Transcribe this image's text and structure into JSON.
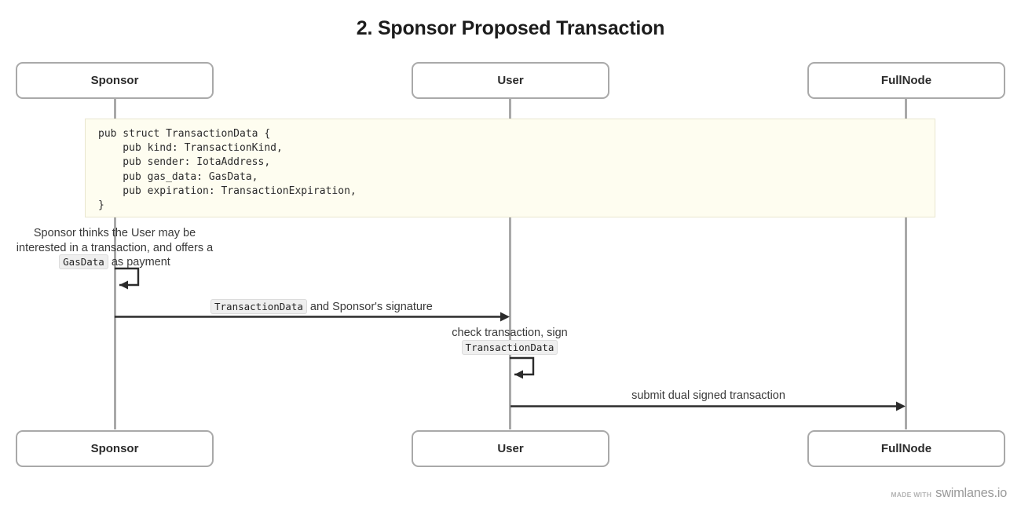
{
  "diagram": {
    "title": "2. Sponsor Proposed Transaction",
    "type": "sequence-diagram",
    "colors": {
      "background": "#ffffff",
      "lifeline": "#a9a9a9",
      "participant_border": "#a9a9a9",
      "note_background": "#fefdf0",
      "note_border": "#e9e6cf",
      "arrow": "#2b2b2b",
      "chip_background": "#efefef",
      "text": "#3a3a3a"
    }
  },
  "participants": [
    {
      "id": "sponsor",
      "label": "Sponsor"
    },
    {
      "id": "user",
      "label": "User"
    },
    {
      "id": "fullnode",
      "label": "FullNode"
    }
  ],
  "participants_bottom": [
    {
      "id": "sponsor",
      "label": "Sponsor"
    },
    {
      "id": "user",
      "label": "User"
    },
    {
      "id": "fullnode",
      "label": "FullNode"
    }
  ],
  "code_note": {
    "language": "rust",
    "code": "pub struct TransactionData {\n    pub kind: TransactionKind,\n    pub sender: IotaAddress,\n    pub gas_data: GasData,\n    pub expiration: TransactionExpiration,\n}"
  },
  "steps": [
    {
      "id": "sponsor-self-note",
      "kind": "self-message",
      "from": "sponsor",
      "to": "sponsor",
      "label_parts": [
        {
          "type": "text",
          "value": "Sponsor thinks the User may be interested in a transaction, and offers a "
        },
        {
          "type": "code",
          "value": "GasData"
        },
        {
          "type": "text",
          "value": " as payment"
        }
      ],
      "label_plain": "Sponsor thinks the User may be interested in a transaction, and offers a GasData as payment"
    },
    {
      "id": "sponsor-to-user",
      "kind": "message",
      "from": "sponsor",
      "to": "user",
      "label_parts": [
        {
          "type": "code",
          "value": "TransactionData"
        },
        {
          "type": "text",
          "value": " and Sponsor's signature"
        }
      ],
      "label_plain": "TransactionData and Sponsor's signature"
    },
    {
      "id": "user-self-check",
      "kind": "self-message",
      "from": "user",
      "to": "user",
      "label_parts": [
        {
          "type": "text",
          "value": "check transaction, sign "
        },
        {
          "type": "code",
          "value": "TransactionData"
        }
      ],
      "label_plain": "check transaction, sign TransactionData"
    },
    {
      "id": "user-to-fullnode",
      "kind": "message",
      "from": "user",
      "to": "fullnode",
      "label_parts": [
        {
          "type": "text",
          "value": "submit dual signed transaction"
        }
      ],
      "label_plain": "submit dual signed transaction"
    }
  ],
  "footer": {
    "made_with": "Made with",
    "brand": "swimlanes.io"
  }
}
